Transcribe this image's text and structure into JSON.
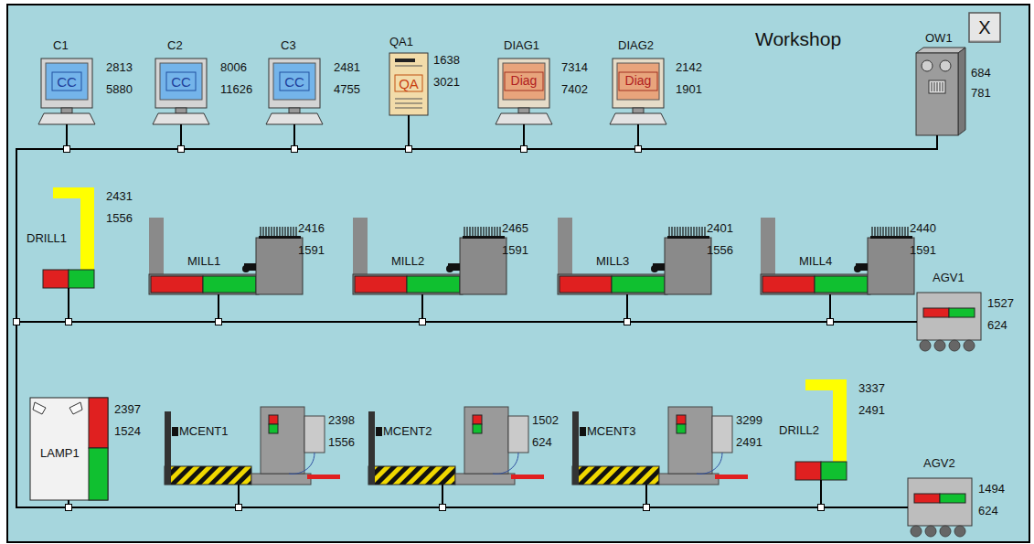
{
  "diagram": {
    "title": "Workshop",
    "nodes": [
      {
        "text": [
          "C1",
          "CC",
          "2813",
          "5880"
        ]
      },
      {
        "text": [
          "C2",
          "CC",
          "8006",
          "11626"
        ]
      },
      {
        "text": [
          "C3",
          "CC",
          "2481",
          "4755"
        ]
      },
      {
        "text": [
          "QA1",
          "QA",
          "1638",
          "3021"
        ]
      },
      {
        "text": [
          "DIAG1",
          "Diag",
          "7314",
          "7402"
        ]
      },
      {
        "text": [
          "DIAG2",
          "Diag",
          "2142",
          "1901"
        ]
      },
      {
        "text": [
          "OW1",
          "684",
          "781"
        ]
      },
      {
        "text": [
          "DRILL1",
          "2431",
          "1556"
        ]
      },
      {
        "text": [
          "MILL1",
          "2416",
          "1591"
        ]
      },
      {
        "text": [
          "MILL2",
          "2465",
          "1591"
        ]
      },
      {
        "text": [
          "MILL3",
          "2401",
          "1556"
        ]
      },
      {
        "text": [
          "MILL4",
          "2440",
          "1591"
        ]
      },
      {
        "text": [
          "AGV1",
          "1527",
          "624"
        ]
      },
      {
        "text": [
          "LAMP1",
          "2397",
          "1524"
        ]
      },
      {
        "text": [
          "MCENT1",
          "2398",
          "1556"
        ]
      },
      {
        "text": [
          "MCENT2",
          "1502",
          "624"
        ]
      },
      {
        "text": [
          "MCENT3",
          "3299",
          "2491"
        ]
      },
      {
        "text": [
          "DRILL2",
          "3337",
          "2491"
        ]
      },
      {
        "text": [
          "AGV2",
          "1494",
          "624"
        ]
      }
    ],
    "edges": [
      {
        "from": 0,
        "to": 1,
        "arrow": "none"
      },
      {
        "from": 1,
        "to": 2,
        "arrow": "none"
      },
      {
        "from": 2,
        "to": 3,
        "arrow": "none"
      },
      {
        "from": 3,
        "to": 4,
        "arrow": "none"
      },
      {
        "from": 4,
        "to": 5,
        "arrow": "none"
      },
      {
        "from": 5,
        "to": 6,
        "arrow": "none"
      },
      {
        "from": 0,
        "to": 7,
        "arrow": "none"
      },
      {
        "from": 7,
        "to": 8,
        "arrow": "none"
      },
      {
        "from": 8,
        "to": 9,
        "arrow": "none"
      },
      {
        "from": 9,
        "to": 10,
        "arrow": "none"
      },
      {
        "from": 10,
        "to": 11,
        "arrow": "none"
      },
      {
        "from": 11,
        "to": 12,
        "arrow": "none"
      },
      {
        "from": 7,
        "to": 13,
        "arrow": "none"
      },
      {
        "from": 13,
        "to": 14,
        "arrow": "none"
      },
      {
        "from": 14,
        "to": 15,
        "arrow": "none"
      },
      {
        "from": 15,
        "to": 16,
        "arrow": "none"
      },
      {
        "from": 16,
        "to": 17,
        "arrow": "none"
      },
      {
        "from": 17,
        "to": 18,
        "arrow": "none"
      }
    ],
    "labels": [
      "X"
    ]
  }
}
